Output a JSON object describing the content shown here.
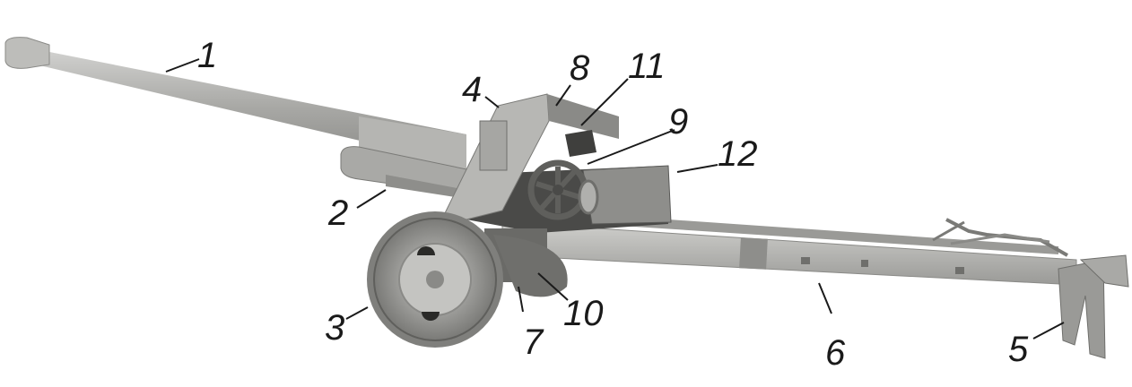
{
  "labels": {
    "l1": "1",
    "l2": "2",
    "l3": "3",
    "l4": "4",
    "l5": "5",
    "l6": "6",
    "l7": "7",
    "l8": "8",
    "l9": "9",
    "l10": "10",
    "l11": "11",
    "l12": "12"
  },
  "colors": {
    "metal_light": "#c9c9c7",
    "metal_mid": "#a9a9a6",
    "metal_dark": "#6f6f6c",
    "tire": "#8a8a87",
    "shadow": "#3a3a3a",
    "leader": "#1a1a1a"
  }
}
